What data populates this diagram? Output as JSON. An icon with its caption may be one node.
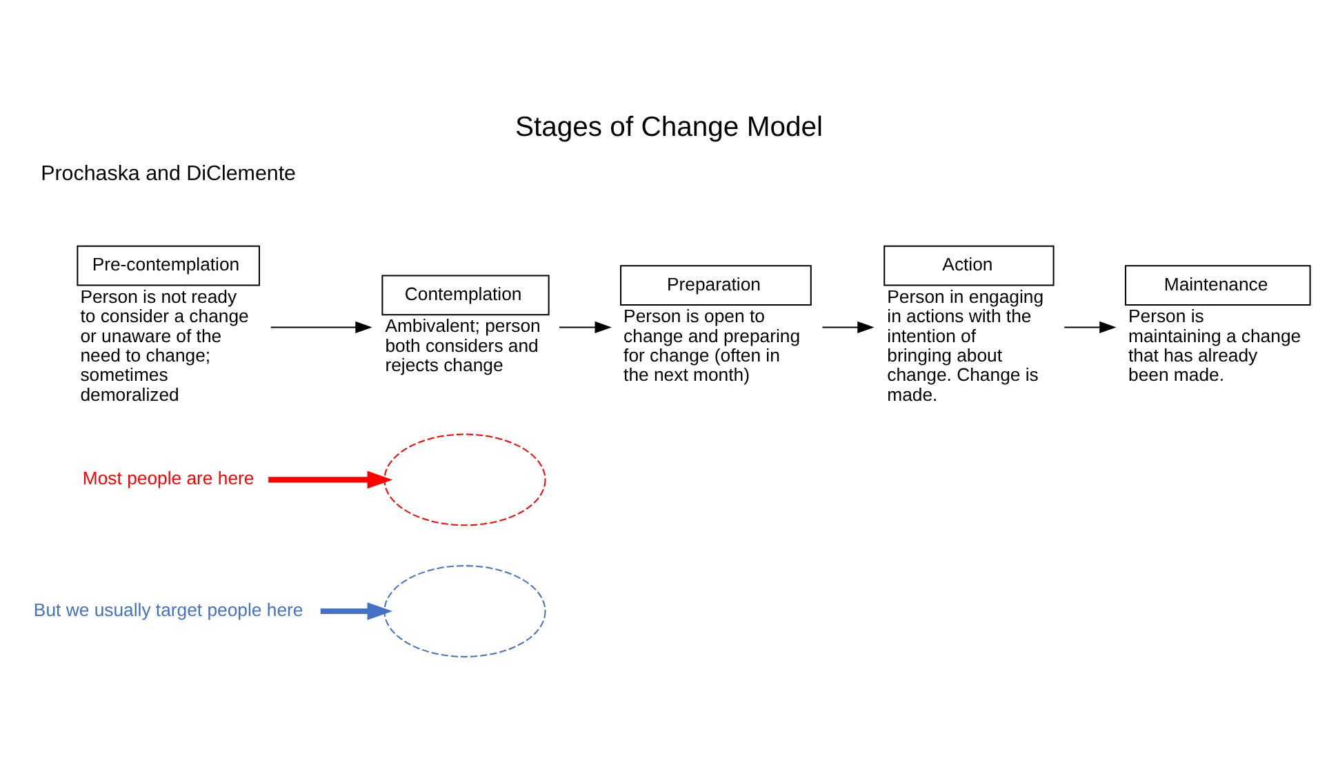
{
  "diagram": {
    "title": "Stages of Change Model",
    "nodes": [
      {
        "text": [
          "Most people are here"
        ]
      },
      {
        "text": [],
        "shape": "circle"
      },
      {
        "text": [
          "But we usually target people here"
        ]
      },
      {
        "text": [],
        "shape": "circle"
      },
      {
        "text": [
          "Pre-contemplation"
        ],
        "beside": [
          "Person is not ready to consider a change or unaware of the need to change; sometimes demoralized"
        ]
      },
      {
        "text": [
          "Contemplation"
        ],
        "beside": [
          "Ambivalent; person both considers and rejects change"
        ]
      },
      {
        "text": [
          "Preparation"
        ],
        "beside": [
          "Person is open to change and preparing for change (often in the next month)"
        ]
      },
      {
        "text": [
          "Action"
        ],
        "beside": [
          "Person in engaging in actions with the intention of bringing about change. Change is made."
        ]
      },
      {
        "text": [
          "Maintenance"
        ],
        "beside": [
          "Person is maintaining a change that has already been made."
        ]
      }
    ],
    "edges": [
      {
        "from": 0,
        "to": 1,
        "arrow": "to",
        "style": "thick",
        "color": "#ff0000"
      },
      {
        "from": 2,
        "to": 3,
        "arrow": "to",
        "style": "thick",
        "color": "#4472c4"
      },
      {
        "from": 4,
        "to": 5,
        "arrow": "to"
      },
      {
        "from": 5,
        "to": 6,
        "arrow": "to"
      },
      {
        "from": 6,
        "to": 7,
        "arrow": "to"
      },
      {
        "from": 7,
        "to": 8,
        "arrow": "to"
      }
    ],
    "labels": [
      "Prochaska and DiClemente"
    ]
  }
}
